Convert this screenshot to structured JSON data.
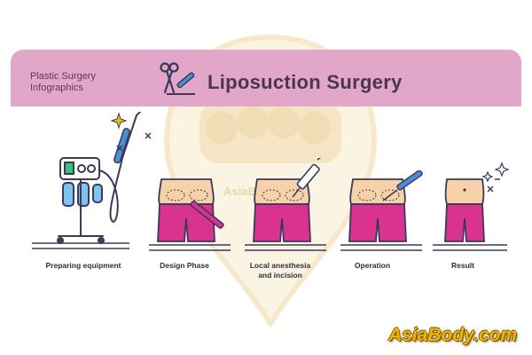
{
  "header": {
    "kicker_line1": "Plastic Surgery",
    "kicker_line2": "Infographics",
    "title": "Liposuction Surgery",
    "title_icon": "surgical-tools-icon"
  },
  "steps": [
    {
      "label": "Preparing equipment",
      "icon": "liposuction-machine-icon"
    },
    {
      "label": "Design Phase",
      "icon": "marker-pen-icon"
    },
    {
      "label_line1": "Local anesthesia",
      "label_line2": "and incision",
      "icon": "syringe-icon"
    },
    {
      "label": "Operation",
      "icon": "cannula-icon"
    },
    {
      "label": "Result",
      "icon": "sparkle-icon"
    }
  ],
  "watermark": {
    "text": "AsiaBody"
  },
  "brand": {
    "text": "AsiaBody.com"
  },
  "colors": {
    "banner": "#e2a6c8",
    "body_pink": "#d9338f",
    "skin": "#f7d2a8",
    "navy": "#3a3a5a",
    "blue": "#4a8fd6",
    "brand_gold": "#f2b500"
  }
}
